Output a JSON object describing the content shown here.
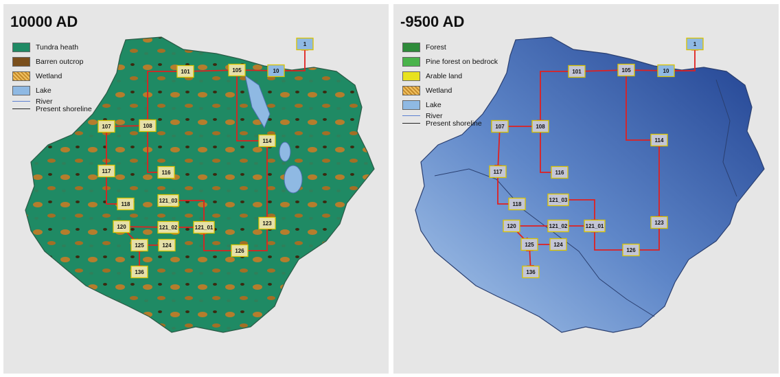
{
  "panels": [
    {
      "id": "left",
      "title": "10000 AD",
      "legend": [
        {
          "label": "Tundra heath",
          "kind": "swatch",
          "color": "#1f8a64"
        },
        {
          "label": "Barren outcrop",
          "kind": "swatch",
          "color": "#7a4f1c"
        },
        {
          "label": "Wetland",
          "kind": "hatch",
          "color": "#c48a2a"
        },
        {
          "label": "Lake",
          "kind": "swatch",
          "color": "#8fb9e3"
        },
        {
          "label": "River",
          "kind": "line",
          "color": "#5b7fd1"
        },
        {
          "label": "Present shoreline",
          "kind": "line",
          "color": "#222222"
        }
      ]
    },
    {
      "id": "right",
      "title": "-9500 AD",
      "legend": [
        {
          "label": "Forest",
          "kind": "swatch",
          "color": "#2e8b3a"
        },
        {
          "label": "Pine forest on bedrock",
          "kind": "swatch",
          "color": "#49b34a"
        },
        {
          "label": "Arable land",
          "kind": "swatch",
          "color": "#e8e21e"
        },
        {
          "label": "Wetland",
          "kind": "hatch",
          "color": "#c48a2a"
        },
        {
          "label": "Lake",
          "kind": "swatch",
          "color": "#8fb9e3"
        },
        {
          "label": "River",
          "kind": "line",
          "color": "#5b7fd1"
        },
        {
          "label": "Present shoreline",
          "kind": "line",
          "color": "#222222"
        }
      ]
    }
  ],
  "nodes": [
    "1",
    "10",
    "105",
    "101",
    "107",
    "108",
    "114",
    "116",
    "117",
    "118",
    "121_03",
    "120",
    "121_02",
    "121_01",
    "123",
    "125",
    "124",
    "126",
    "136"
  ],
  "colors": {
    "arrow": "#e02020",
    "node_fill": "#e6e0a8",
    "node_fill_right": "#c4c6d6",
    "node_border": "#d9c400",
    "lake_node_fill": "#8fb9e3",
    "basin_left": "#1f8a64",
    "basin_right": "#4d70b0"
  }
}
